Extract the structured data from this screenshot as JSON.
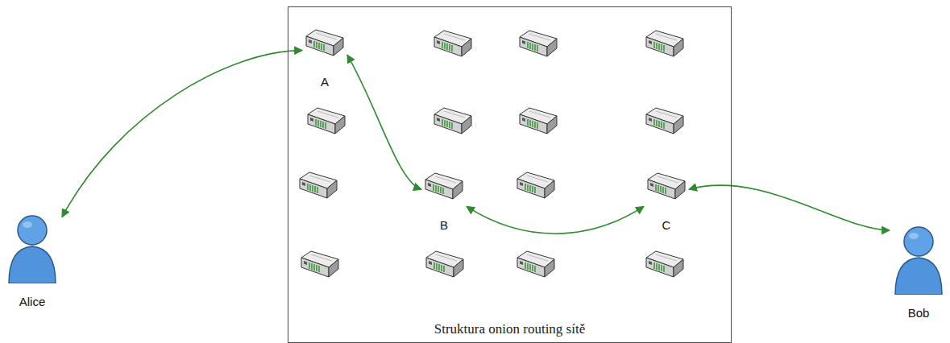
{
  "diagram": {
    "nodes": [
      {
        "text": [
          "Alice"
        ]
      },
      {
        "text": [
          "Struktura onion routing sítě"
        ]
      },
      {
        "text": [
          "A"
        ],
        "in": 1
      },
      {
        "text": [
          "B"
        ],
        "in": 1
      },
      {
        "text": [
          "C"
        ],
        "in": 1
      },
      {
        "text": [
          "Bob"
        ]
      }
    ],
    "edges": [
      {
        "from": 0,
        "to": 2,
        "arrow": "both"
      },
      {
        "from": 2,
        "to": 3,
        "arrow": "both"
      },
      {
        "from": 3,
        "to": 4,
        "arrow": "both"
      },
      {
        "from": 4,
        "to": 5,
        "arrow": "both"
      }
    ]
  }
}
